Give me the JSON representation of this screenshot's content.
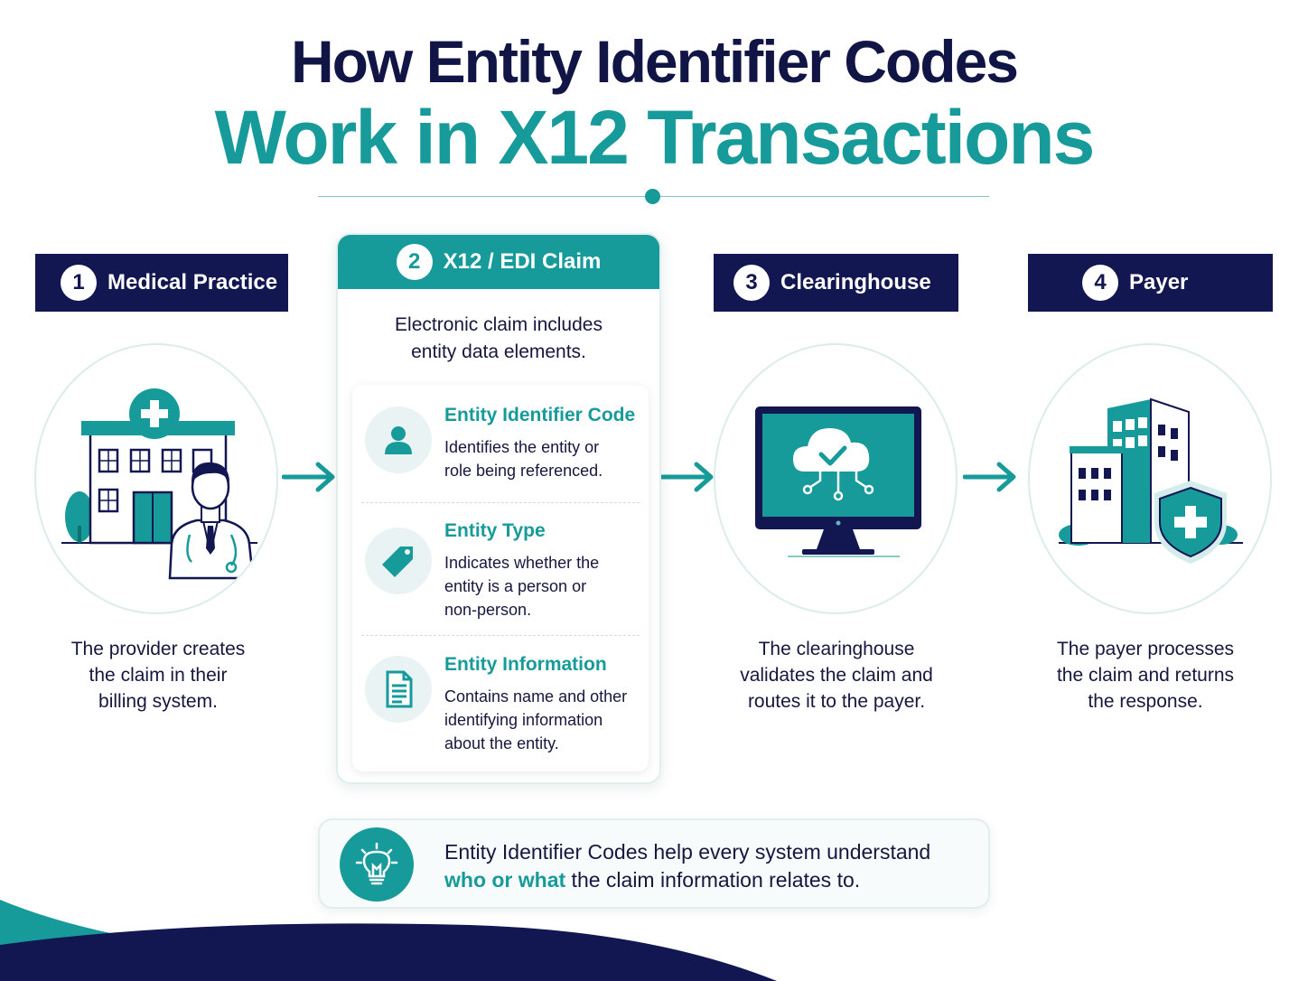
{
  "title": {
    "line1": "How Entity Identifier Codes",
    "line2": "Work in X12 Transactions"
  },
  "colors": {
    "navy": "#121651",
    "teal": "#179a9a",
    "text": "#16173f"
  },
  "steps": [
    {
      "num": "1",
      "label": "Medical Practice",
      "icon": "hospital-doctor-icon",
      "desc_lines": [
        "The provider creates",
        "the claim in their",
        "billing system."
      ]
    },
    {
      "num": "2",
      "label": "X12 / EDI Claim"
    },
    {
      "num": "3",
      "label": "Clearinghouse",
      "icon": "cloud-monitor-icon",
      "desc_lines": [
        "The clearinghouse",
        "validates the claim and",
        "routes it to the payer."
      ]
    },
    {
      "num": "4",
      "label": "Payer",
      "icon": "insurer-shield-icon",
      "desc_lines": [
        "The payer processes",
        "the claim and returns",
        "the response."
      ]
    }
  ],
  "claim": {
    "intro_lines": [
      "Electronic claim includes",
      "entity data elements."
    ],
    "elements": [
      {
        "title": "Entity Identifier Code",
        "icon": "person-icon",
        "desc_lines": [
          "Identifies the entity or",
          "role being referenced."
        ]
      },
      {
        "title": "Entity Type",
        "icon": "tag-icon",
        "desc_lines": [
          "Indicates whether the",
          "entity is a person or",
          "non-person."
        ]
      },
      {
        "title": "Entity Information",
        "icon": "document-icon",
        "desc_lines": [
          "Contains name and other",
          "identifying information",
          "about the entity."
        ]
      }
    ]
  },
  "callout": {
    "icon": "lightbulb-icon",
    "line1": "Entity Identifier Codes help every system understand",
    "line2_highlight": "who or what",
    "line2_rest": " the claim information relates to."
  }
}
